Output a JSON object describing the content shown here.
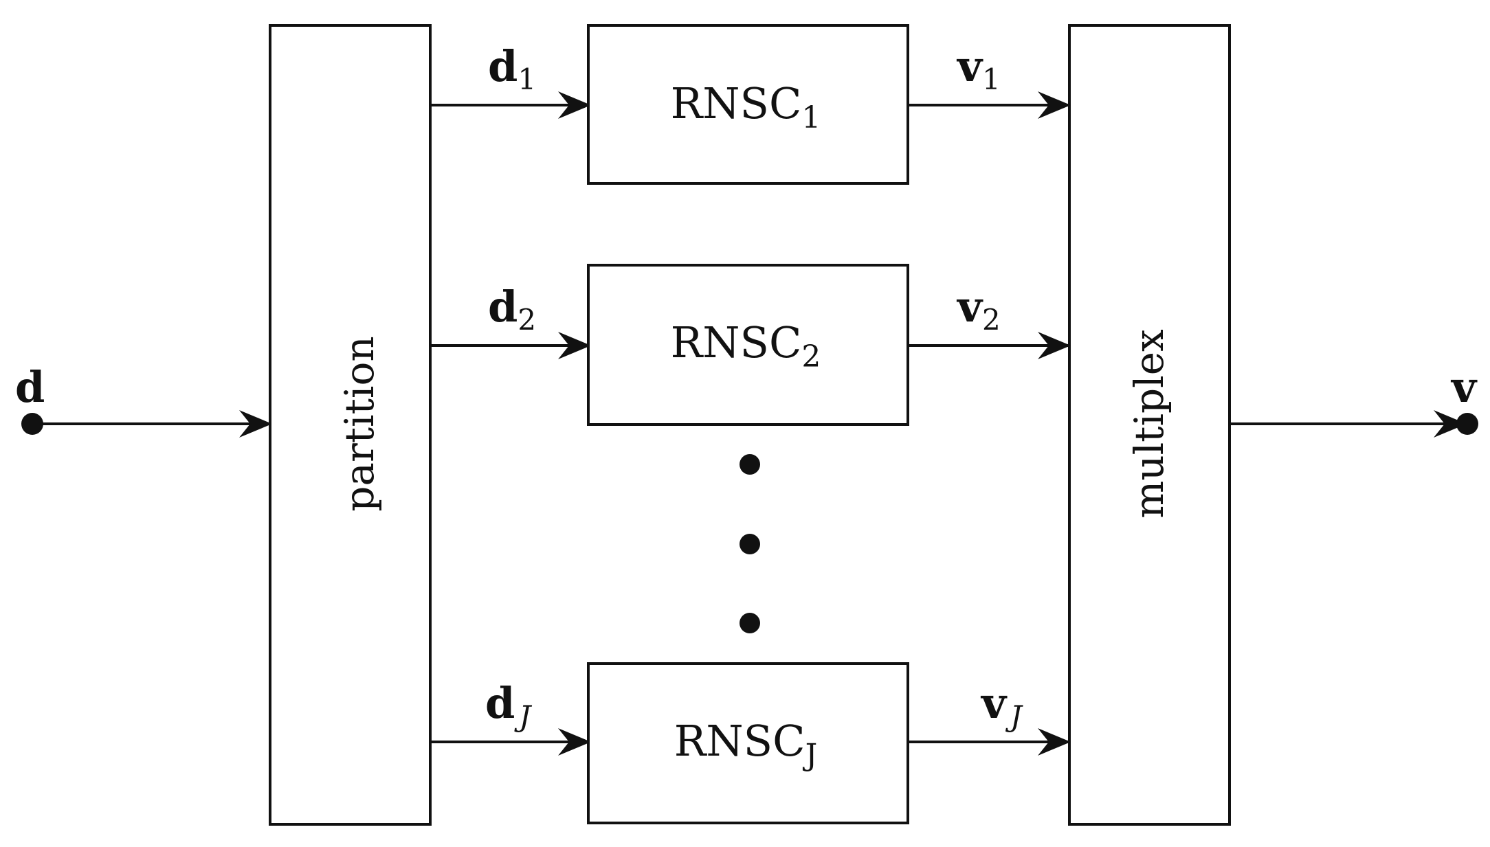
{
  "diagram": {
    "input": {
      "label": "d"
    },
    "output": {
      "label": "v"
    },
    "partition": {
      "label": "partition"
    },
    "multiplex": {
      "label": "multiplex"
    },
    "branches": [
      {
        "in_label": "d",
        "in_sub": "1",
        "block_label": "RNSC",
        "block_sub": "1",
        "out_label": "v",
        "out_sub": "1"
      },
      {
        "in_label": "d",
        "in_sub": "2",
        "block_label": "RNSC",
        "block_sub": "2",
        "out_label": "v",
        "out_sub": "2"
      },
      {
        "in_label": "d",
        "in_sub": "J",
        "block_label": "RNSC",
        "block_sub": "J",
        "out_label": "v",
        "out_sub": "J"
      }
    ],
    "colors": {
      "stroke": "#111111",
      "background": "#ffffff"
    }
  }
}
